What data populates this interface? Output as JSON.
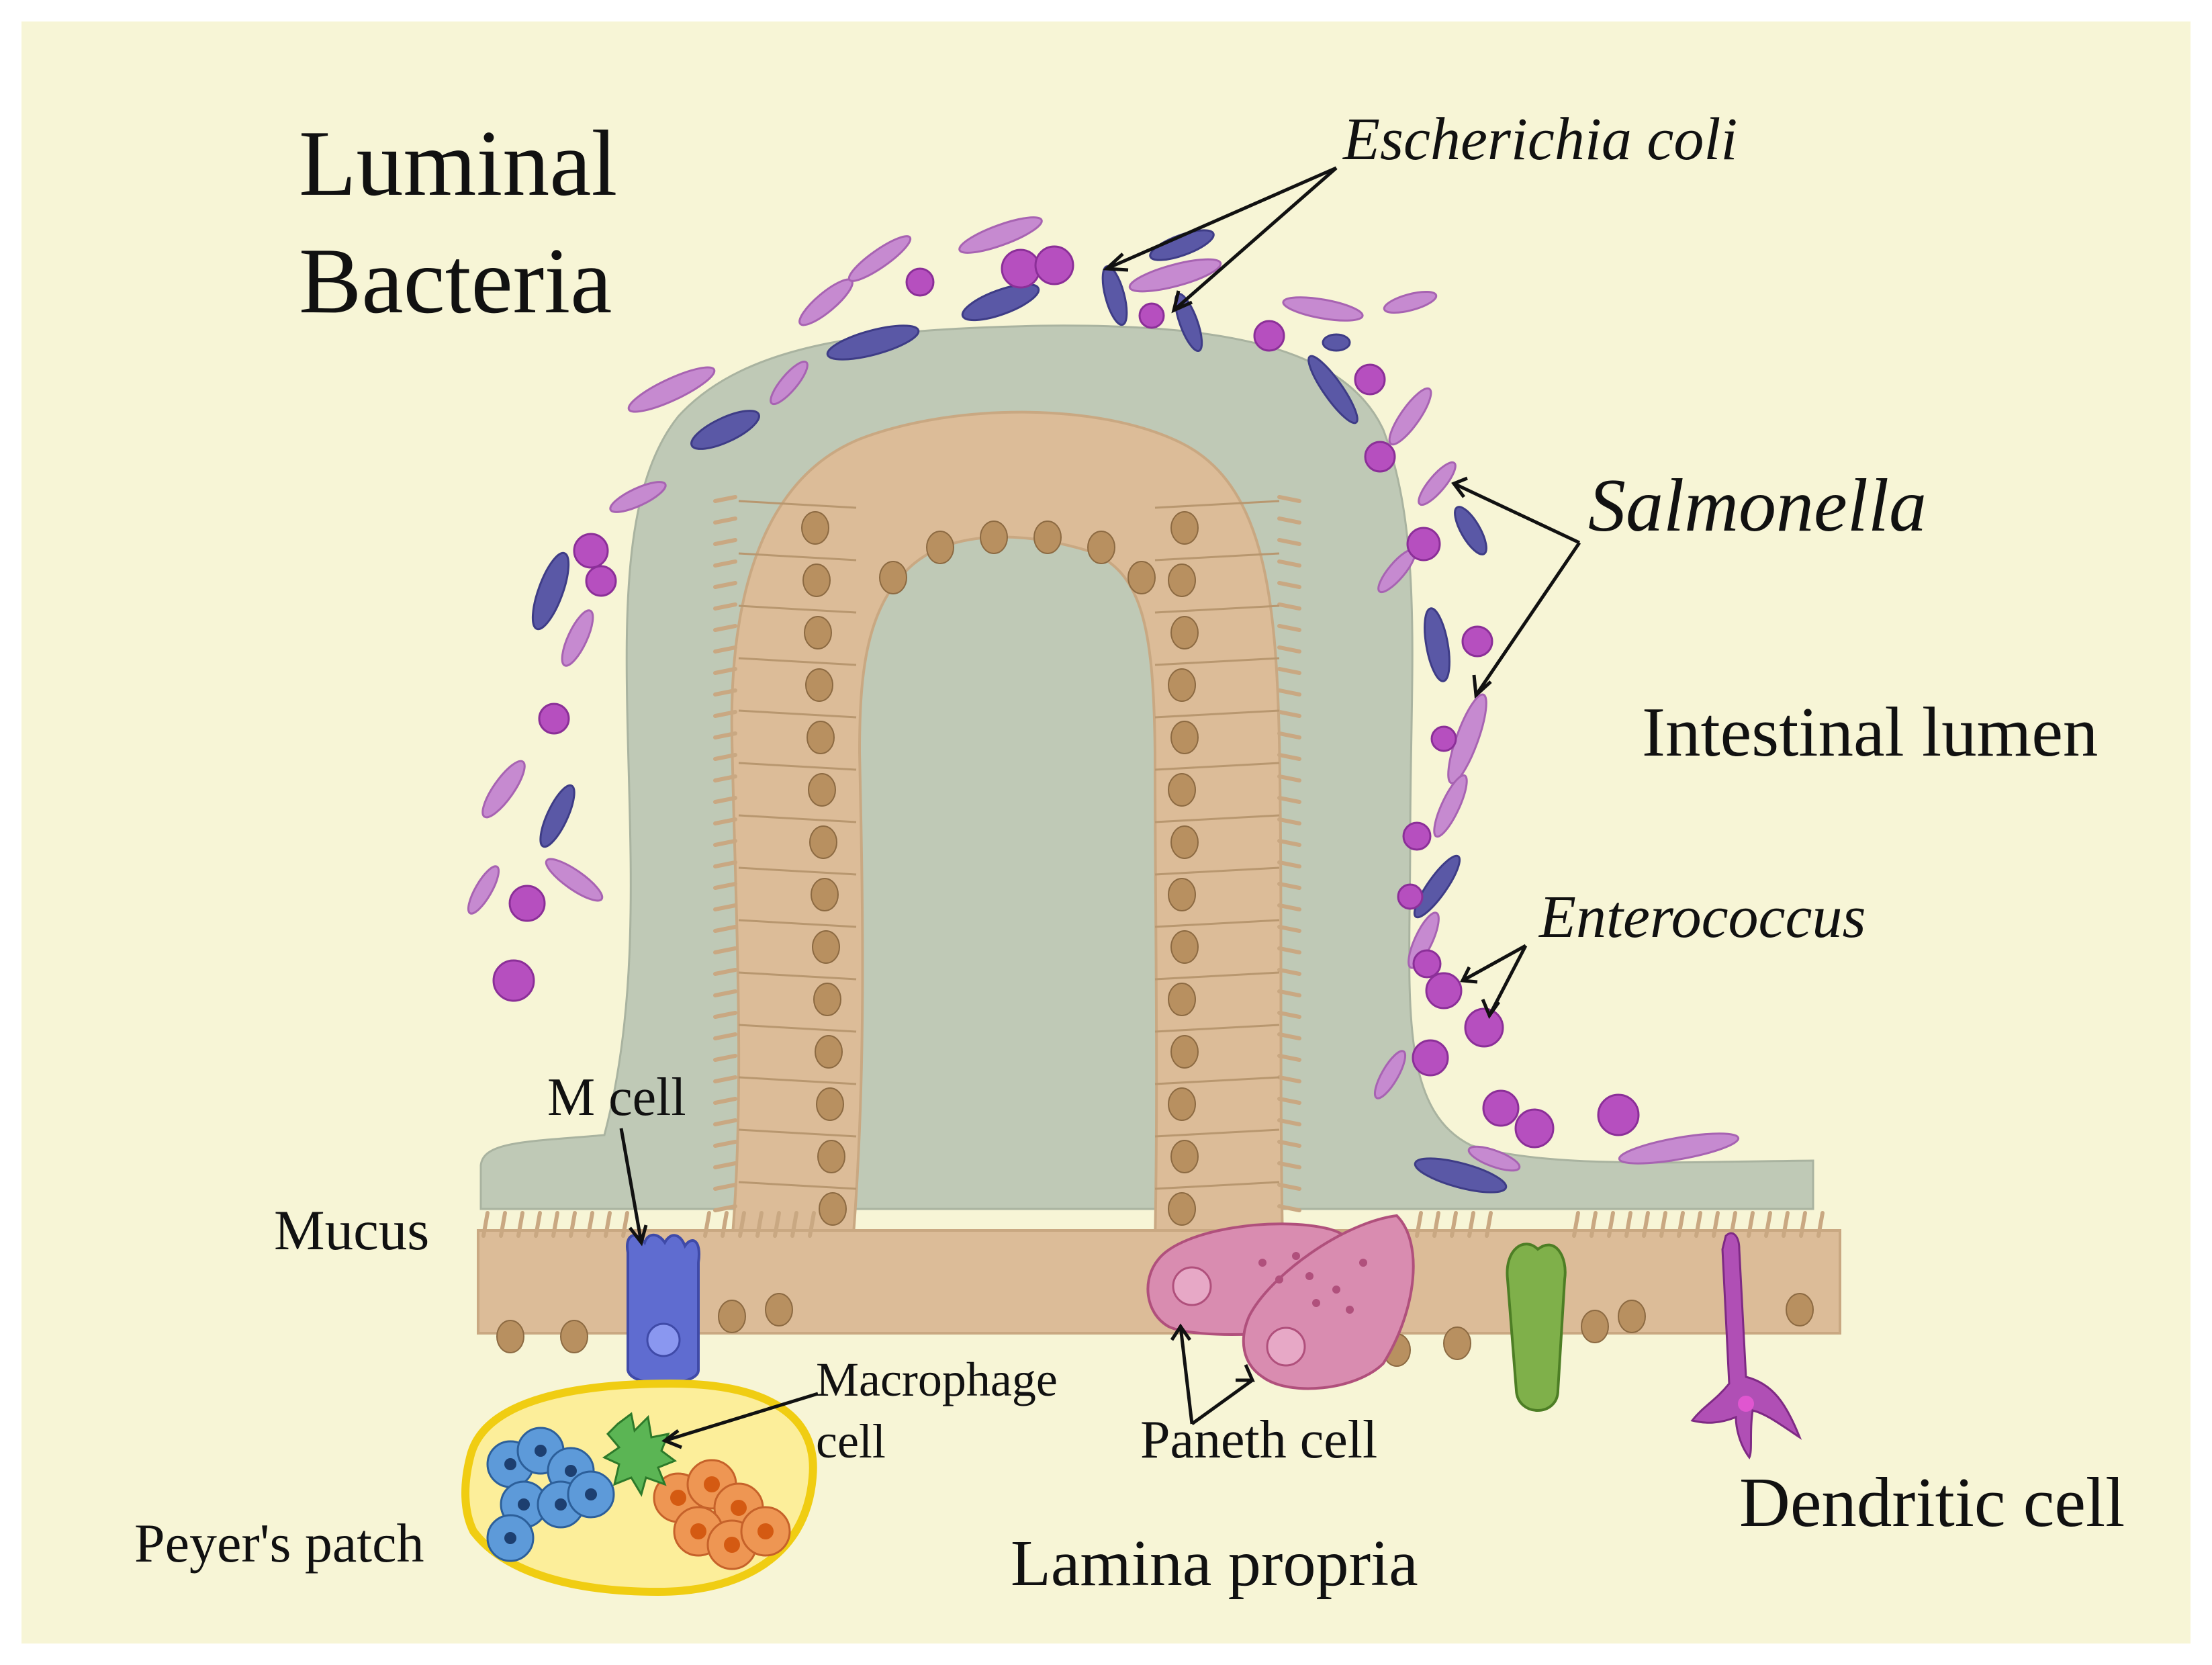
{
  "labels": {
    "luminal_bacteria_line1": "Luminal",
    "luminal_bacteria_line2": "Bacteria",
    "escherichia_coli": "Escherichia coli",
    "salmonella": "Salmonella",
    "intestinal_lumen": "Intestinal lumen",
    "enterococcus": "Enterococcus",
    "m_cell": "M cell",
    "mucus": "Mucus",
    "macrophage_line1": "Macrophage",
    "macrophage_line2": "cell",
    "paneth_cell": "Paneth cell",
    "peyers_patch": "Peyer's patch",
    "lamina_propria": "Lamina propria",
    "dendritic_cell": "Dendritic cell"
  },
  "colors": {
    "background": "#f7f5d6",
    "mucus": "#bfc9b6",
    "epithelium": "#dcbc98",
    "nucleus": "#b89060",
    "salmonella": "#c68ad0",
    "ecoli": "#5a58a6",
    "enterococcus": "#b64fbf",
    "m_cell": "#5f6cd0",
    "paneth": "#d98cb0",
    "goblet": "#7fb04a",
    "dendritic": "#b04fb5",
    "peyers_fill": "#fcee9a",
    "peyers_border": "#f0cd12",
    "lymph_blue": "#5d9ad9",
    "lymph_orange": "#ee9653",
    "macrophage": "#5bb554"
  }
}
